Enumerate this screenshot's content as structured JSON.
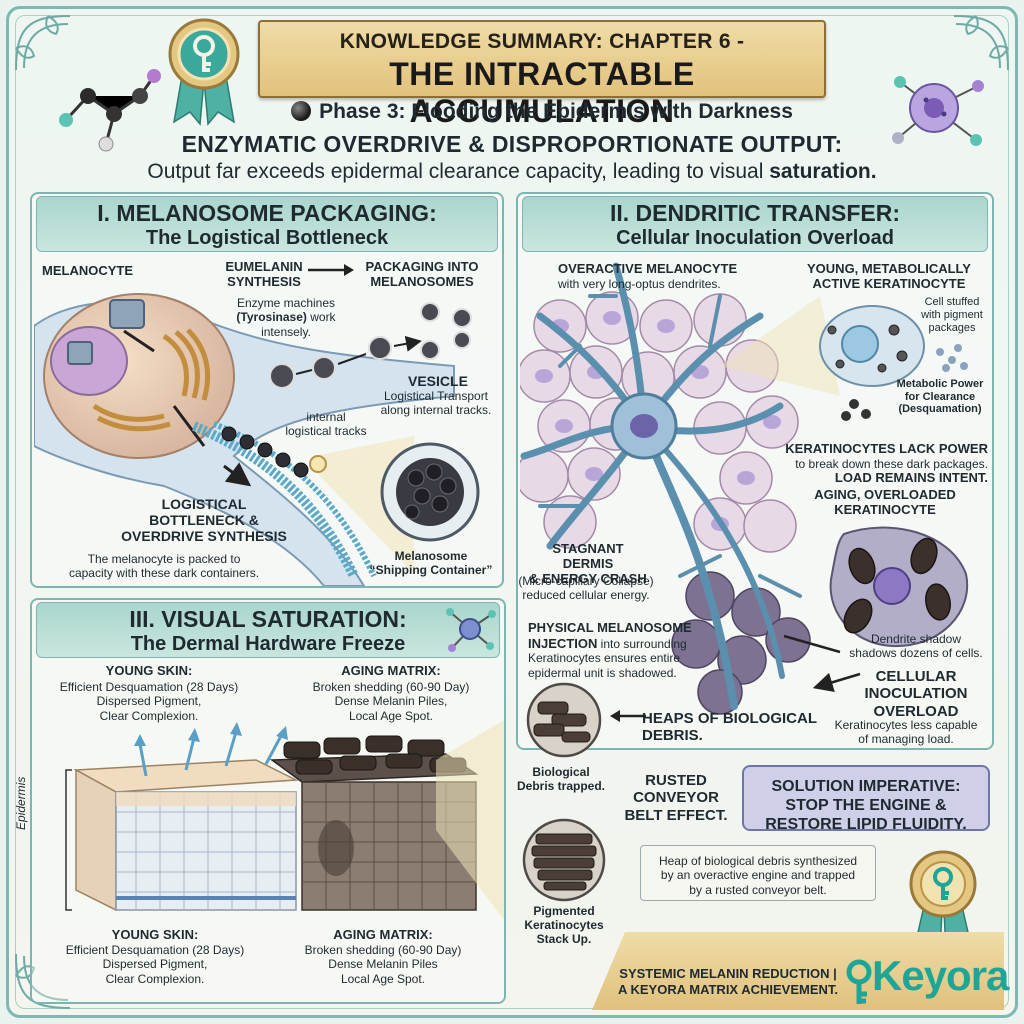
{
  "header": {
    "chapter": "KNOWLEDGE SUMMARY: CHAPTER 6 -",
    "title": "THE INTRACTABLE ACCUMULATION",
    "phase": "Phase 3: Flooding the Epidermis with Darkness",
    "headline": "ENZYMATIC OVERDRIVE & DISPROPORTIONATE OUTPUT:",
    "subline_pre": "Output far exceeds epidermal clearance capacity, leading to visual ",
    "subline_bold": "saturation."
  },
  "panel1": {
    "title": "I. MELANOSOME PACKAGING:",
    "subtitle": "The Logistical Bottleneck",
    "melanocyte": "MELANOCYTE",
    "eumelanin": "EUMELANIN\nSYNTHESIS",
    "packaging": "PACKAGING INTO\nMELANOSOMES",
    "enzyme_pre": "Enzyme machines\n",
    "enzyme_bold": "(Tyrosinase)",
    "enzyme_post": " work\nintensely.",
    "vesicle": "VESICLE",
    "vesicle_desc": "Logistical Transport\nalong internal tracks.",
    "tracks": "internal\nlogistical tracks",
    "bottleneck": "LOGISTICAL\nBOTTLENECK &\nOVERDRIVE SYNTHESIS",
    "packed": "The melanocyte is packed to\ncapacity with these dark containers.",
    "container": "Melanosome\n“Shipping Container”"
  },
  "panel2": {
    "title": "II. DENDRITIC TRANSFER:",
    "subtitle": "Cellular Inoculation Overload",
    "overactive": "OVERACTIVE MELANOCYTE",
    "overactive_desc": "with very long-optus dendrites.",
    "young": "YOUNG, METABOLICALLY\nACTIVE KERATINOCYTE",
    "stuffed": "Cell stuffed\nwith pigment\npackages",
    "metabolic": "Metabolic Power\nfor Clearance\n(Desquamation)",
    "lack": "KERATINOCYTES LACK POWER",
    "lack_desc": "to break down these dark packages.",
    "load": "LOAD REMAINS INTENT.",
    "aging": "AGING, OVERLOADED\nKERATINOCYTE",
    "stagnant": "STAGNANT DERMIS\n& ENERGY CRASH",
    "stagnant_desc": "(Micro-capillary Collapse)\nreduced cellular energy.",
    "injection_bold": "PHYSICAL MELANOSOME\nINJECTION",
    "injection_text": " into surrounding\nKeratinocytes ensures entire\nepidermal unit is shadowed.",
    "shadow": "Dendrite shadow\nshadows dozens of cells.",
    "inoculation": "CELLULAR\nINOCULATION\nOVERLOAD",
    "inoculation_desc": "Keratinocytes less capable\nof managing load."
  },
  "panel3": {
    "title": "III. VISUAL SATURATION:",
    "subtitle": "The Dermal Hardware Freeze",
    "young_h": "YOUNG SKIN:",
    "young_t": "Efficient Desquamation (28 Days)\nDispersed Pigment,\nClear Complexion.",
    "aging_h": "AGING MATRIX:",
    "aging_t": "Broken shedding (60-90 Day)\nDense Melanin Piles,\nLocal Age Spot.",
    "epidermis": "Epidermis",
    "young_h2": "YOUNG SKIN:",
    "young_t2": "Efficient Desquamation (28 Days)\nDispersed Pigment,\nClear Complexion.",
    "aging_h2": "AGING MATRIX:",
    "aging_t2": "Broken shedding (60-90 Day)\nDense Melanin Piles\nLocal Age Spot."
  },
  "debris": {
    "heaps": "HEAPS OF BIOLOGICAL\nDEBRIS.",
    "trapped": "Biological\nDebris trapped.",
    "rusted": "RUSTED\nCONVEYOR\nBELT EFFECT.",
    "pigmented": "Pigmented\nKeratinocytes\nStack Up.",
    "callout": "Heap of biological debris synthesized\nby an overactive engine and trapped\nby a rusted conveyor belt."
  },
  "solution": "SOLUTION IMPERATIVE:\nSTOP THE ENGINE &\nRESTORE LIPID FLUIDITY.",
  "footer": {
    "text": "SYSTEMIC MELANIN REDUCTION |\nA KEYORA MATRIX ACHIEVEMENT.",
    "logo": "Keyora"
  },
  "colors": {
    "accent": "#1fa596",
    "gold": "#e2c27c",
    "panel_border": "#7db6b0",
    "melanin": "#2a2a2e",
    "solution_bg": "#cfcfe9"
  }
}
